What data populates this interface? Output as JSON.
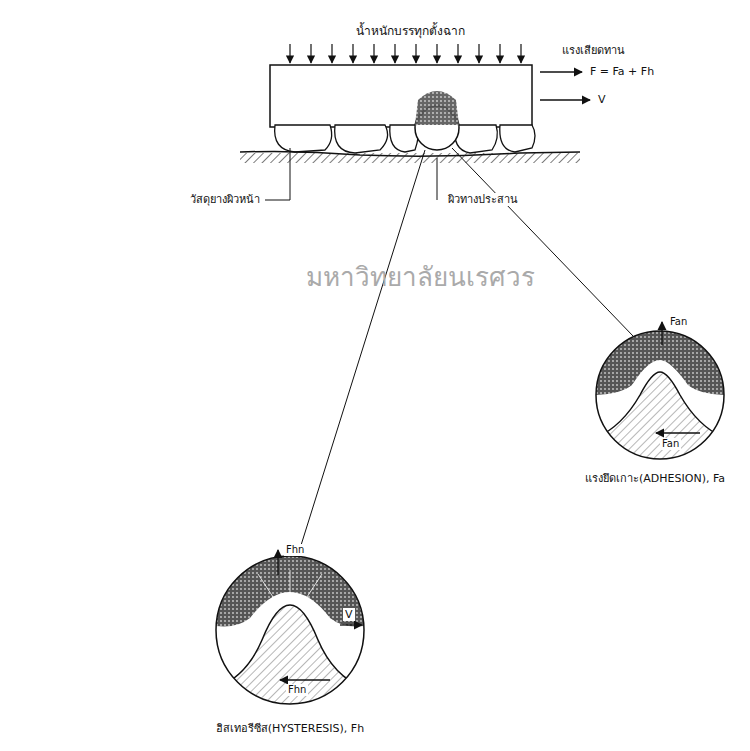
{
  "diagram": {
    "labels": [
      "น้ำหนักบรรทุกตั้งฉาก",
      "แรงเสียดทาน",
      "F = Fa + Fh",
      "V",
      "วัสดุยางผิวหน้า",
      "ผิวทางประสาน",
      "Fan",
      "V",
      "Fan",
      "แรงยึดเกาะ(ADHESION), Fa",
      "Fhn",
      "V",
      "Fhn",
      "ฮิสเทอรีซีส(HYSTERESIS), Fh",
      "มหาวิทยาลัยนเรศวร"
    ]
  }
}
